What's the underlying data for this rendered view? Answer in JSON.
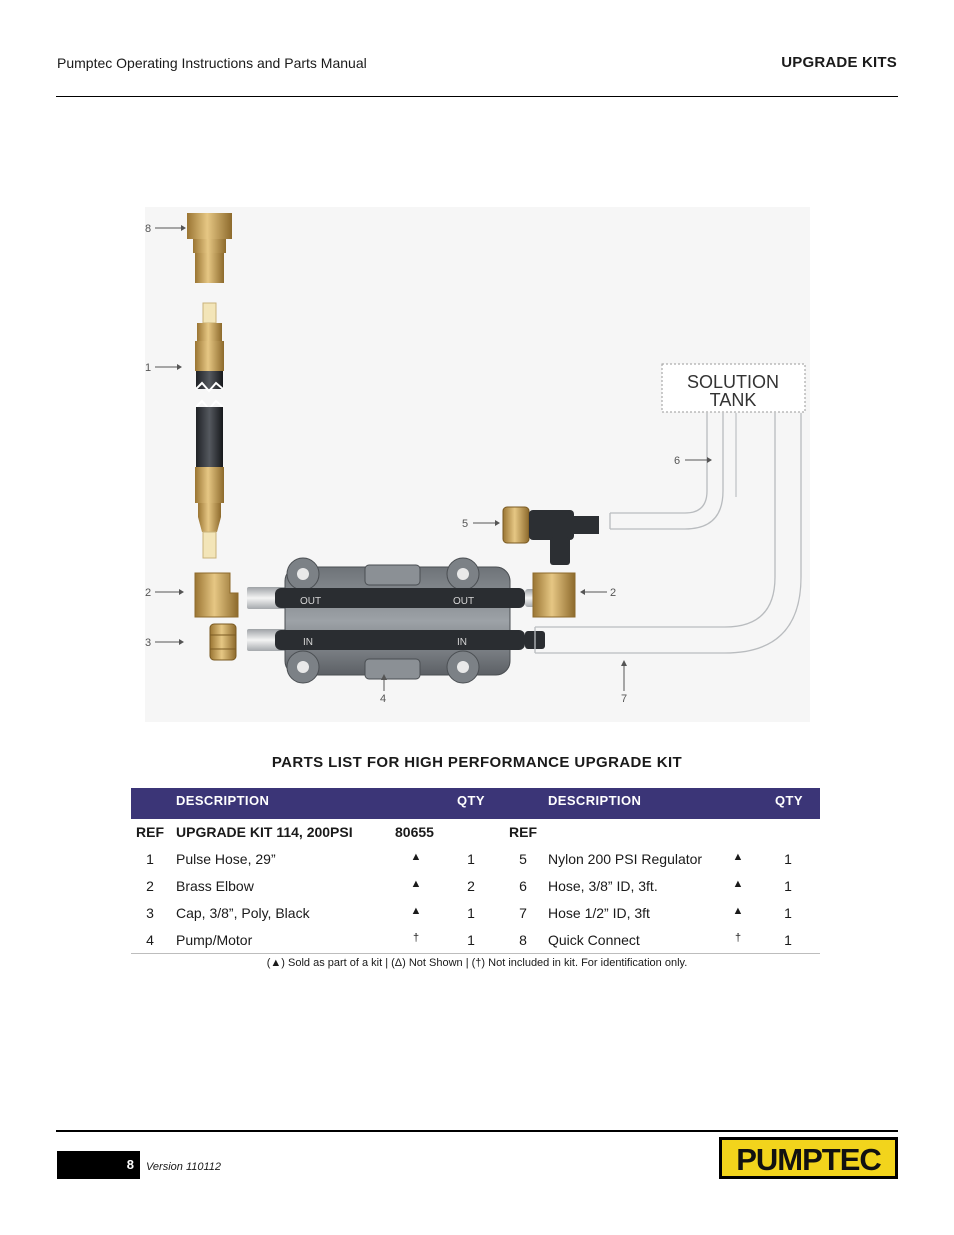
{
  "header": {
    "manual_title": "Pumptec Operating Instructions and Parts Manual",
    "section": "UPGRADE KITS"
  },
  "figure": {
    "callouts": [
      "8",
      "1",
      "2",
      "3",
      "4",
      "5",
      "2",
      "6",
      "7"
    ],
    "tank_label_line1": "SOLUTION",
    "tank_label_line2": "TANK",
    "port_out": "OUT",
    "port_in": "IN"
  },
  "parts": {
    "title": "PARTS LIST FOR HIGH PERFORMANCE UPGRADE KIT",
    "columns": {
      "description_left": "DESCRIPTION",
      "qty_left": "QTY",
      "description_right": "DESCRIPTION",
      "qty_right": "QTY"
    },
    "kit_row": {
      "ref_left": "REF",
      "kit_name": "UPGRADE KIT 114, 200PSI",
      "kit_number": "80655",
      "ref_right": "REF"
    },
    "rows": [
      {
        "ref1": "1",
        "desc1": "Pulse Hose, 29”",
        "mark1": "▲",
        "qty1": "1",
        "ref2": "5",
        "desc2": "Nylon 200 PSI Regulator",
        "mark2": "▲",
        "qty2": "1"
      },
      {
        "ref1": "2",
        "desc1": "Brass Elbow",
        "mark1": "▲",
        "qty1": "2",
        "ref2": "6",
        "desc2": "Hose, 3/8” ID, 3ft.",
        "mark2": "▲",
        "qty2": "1"
      },
      {
        "ref1": "3",
        "desc1": "Cap, 3/8”, Poly, Black",
        "mark1": "▲",
        "qty1": "1",
        "ref2": "7",
        "desc2": "Hose 1/2” ID, 3ft",
        "mark2": "▲",
        "qty2": "1"
      },
      {
        "ref1": "4",
        "desc1": "Pump/Motor",
        "mark1": "†",
        "qty1": "1",
        "ref2": "8",
        "desc2": "Quick Connect",
        "mark2": "†",
        "qty2": "1"
      }
    ],
    "legend": "(▲) Sold as part of a kit | (Δ) Not Shown |  (†) Not included in kit. For identification only."
  },
  "footer": {
    "page_number": "8",
    "version": "Version 110112",
    "logo_text": "PUMPTEC"
  },
  "colors": {
    "table_header": "#3b3577",
    "logo_yellow": "#f2d41c",
    "brass": "#c9a35a"
  }
}
